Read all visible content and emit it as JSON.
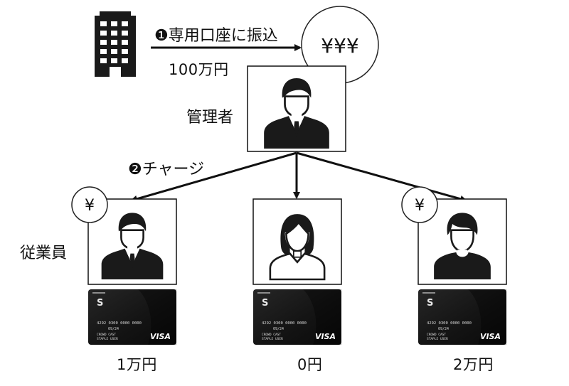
{
  "company": {
    "icon": "building-icon"
  },
  "transfer": {
    "step": "❶",
    "label": "専用口座に振込",
    "amount": "100万円"
  },
  "account": {
    "balance": "¥¥¥"
  },
  "manager": {
    "label": "管理者",
    "icon": "businessman-icon"
  },
  "charge": {
    "step": "❷",
    "label": "チャージ"
  },
  "employees": {
    "label": "従業員",
    "members": [
      {
        "icon": "businessman-icon",
        "coin": "¥",
        "amount": "1万円"
      },
      {
        "icon": "woman-icon",
        "coin": "",
        "amount": "0円"
      },
      {
        "icon": "young-man-icon",
        "coin": "¥",
        "amount": "2万円"
      }
    ]
  },
  "card": {
    "number": "4292 0300 0000 0000",
    "expiry": "09/24",
    "holder_line1": "CROWD CAST",
    "holder_line2": "STAPLE USER",
    "brand": "VISA",
    "logo": "S"
  },
  "colors": {
    "ink": "#1a1a1a",
    "card_bg": "#141414",
    "line": "#111111"
  }
}
